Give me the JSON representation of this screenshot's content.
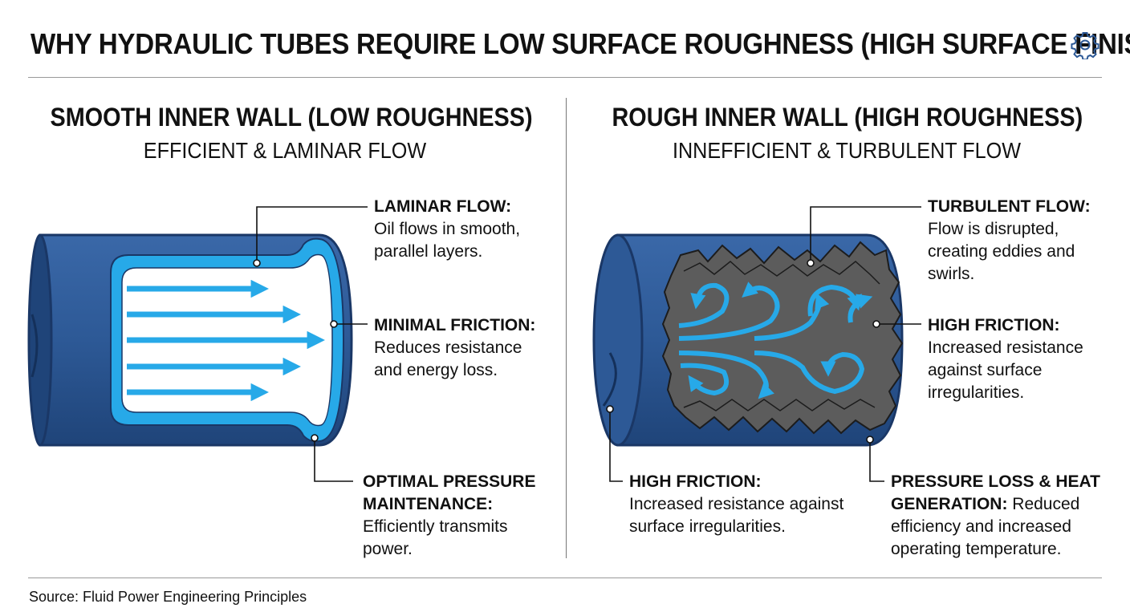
{
  "title": "WHY HYDRAULIC TUBES REQUIRE LOW SURFACE ROUGHNESS (HIGH SURFACE FINISH)",
  "title_icon": "gear-icon",
  "colors": {
    "tube_dark": "#2d5996",
    "tube_edge": "#1a3766",
    "flow_blue": "#27a9e8",
    "rough_gray": "#5c5c5c",
    "text": "#111111",
    "rule": "#9a9a9a"
  },
  "smooth": {
    "heading": "SMOOTH INNER WALL (LOW ROUGHNESS)",
    "subheading": "EFFICIENT & LAMINAR FLOW",
    "callouts": [
      {
        "label": "LAMINAR FLOW:",
        "text_lines": [
          "Oil flows in smooth,",
          "parallel layers."
        ]
      },
      {
        "label": "MINIMAL FRICTION:",
        "text_lines": [
          "Reduces resistance",
          "and energy loss."
        ]
      },
      {
        "label_lines": [
          "OPTIMAL PRESSURE",
          "MAINTENANCE:"
        ],
        "text_lines": [
          "Efficiently transmits",
          "power."
        ]
      }
    ]
  },
  "rough": {
    "heading": "ROUGH INNER WALL (HIGH ROUGHNESS)",
    "subheading": "INNEFFICIENT & TURBULENT FLOW",
    "callouts": [
      {
        "label": "TURBULENT FLOW:",
        "text_lines": [
          "Flow is disrupted,",
          "creating eddies and",
          "swirls."
        ]
      },
      {
        "label": "HIGH FRICTION:",
        "text_lines": [
          "Increased resistance",
          "against surface",
          "irregularities."
        ]
      },
      {
        "label": "HIGH FRICTION:",
        "text_lines": [
          "Increased resistance against",
          "surface irregularities."
        ]
      },
      {
        "label_lines": [
          "PRESSURE LOSS & HEAT",
          "GENERATION:"
        ],
        "inline_text": " Reduced",
        "text_lines": [
          "efficiency and increased",
          "operating temperature."
        ]
      }
    ]
  },
  "source": "Source: Fluid Power Engineering Principles"
}
